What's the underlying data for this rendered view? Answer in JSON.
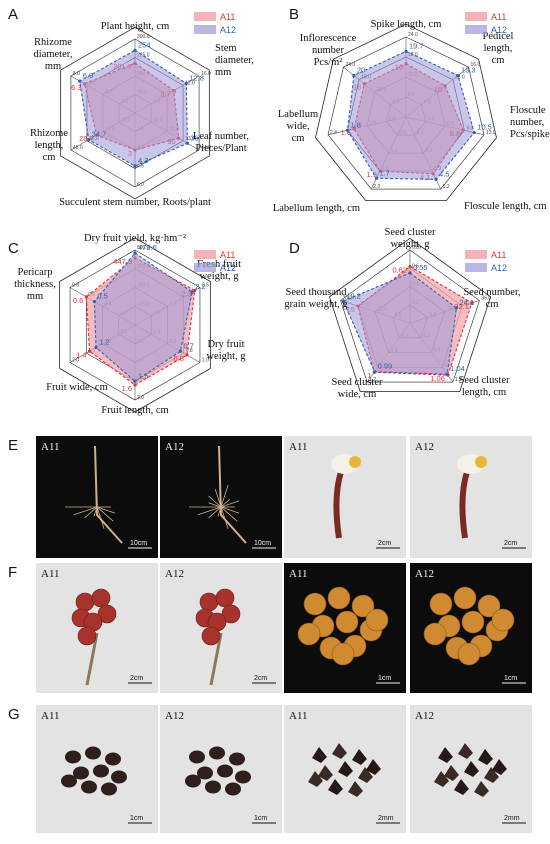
{
  "colors": {
    "a11_fill": "#f2a5ad",
    "a11_stroke": "#e0323c",
    "a12_fill": "#9c98d8",
    "a12_stroke": "#2f62b0",
    "grid": "#222"
  },
  "legend": [
    "A11",
    "A12"
  ],
  "chart_data": [
    {
      "panel": "A",
      "type": "radar",
      "axes": [
        "Plant height, cm",
        "Stem diameter, mm",
        "Leaf number, Pieces/Plant",
        "Succulent stem number, Roots/plant",
        "Rhizome length, cm",
        "Rhizome diameter, mm"
      ],
      "axis_label_lines": [
        [
          "Plant height, cm"
        ],
        [
          "Stem",
          "diameter,",
          "mm"
        ],
        [
          "Leaf number,",
          "Pieces/Plant"
        ],
        [
          "Succulent stem number, Roots/plant"
        ],
        [
          "Rhizome",
          "length,",
          "cm"
        ],
        [
          "Rhizome",
          "diameter,",
          "mm"
        ]
      ],
      "ranges": [
        [
          0,
          300
        ],
        [
          0,
          16
        ],
        [
          0,
          44
        ],
        [
          0,
          6
        ],
        [
          0,
          48
        ],
        [
          0,
          8
        ]
      ],
      "tick_labels": [
        [
          "75.0",
          "150.0",
          "225.0",
          "300.0"
        ],
        [
          "4.0",
          "8.0",
          "12.0",
          "16.0"
        ],
        [
          "11.0",
          "22.0",
          "33.0",
          "44.0"
        ],
        [
          "1.5",
          "3.0",
          "4.5",
          "6.0"
        ],
        [
          "12.0",
          "24.0",
          "36.0",
          "48.0"
        ],
        [
          "2.0",
          "4.0",
          "6.0",
          "8.0"
        ]
      ],
      "series": [
        {
          "name": "A11",
          "values": [
            201.7,
            9.7,
            30.0,
            3.0,
            28.7,
            6.3
          ]
        },
        {
          "name": "A12",
          "values": [
            254.0,
            12.8,
            36.0,
            4.3,
            34.7,
            6.9
          ]
        }
      ]
    },
    {
      "panel": "B",
      "type": "radar",
      "axes": [
        "Spike length, cm",
        "Pedicel length, cm",
        "Floscule number, Pcs/spike",
        "Floscule length, cm",
        "Labellum length, cm",
        "Labellum wide, cm",
        "Inflorescence number Pcs/m²"
      ],
      "axis_label_lines": [
        [
          "Spike length, cm"
        ],
        [
          "Pedicel",
          "length,",
          "cm"
        ],
        [
          "Floscule",
          "number,",
          "Pcs/spike"
        ],
        [
          "Floscule length, cm"
        ],
        [
          "Labellum length, cm"
        ],
        [
          "Labellum",
          "wide,",
          "cm"
        ],
        [
          "Inflorescence",
          "number",
          "Pcs/m²"
        ]
      ],
      "ranges": [
        [
          0,
          24
        ],
        [
          0,
          16
        ],
        [
          0,
          12
        ],
        [
          0,
          5.2
        ],
        [
          0,
          2
        ],
        [
          0,
          2.4
        ],
        [
          0,
          24
        ]
      ],
      "tick_labels": [
        [
          "6.0",
          "12.0",
          "18.0",
          "24.0"
        ],
        [
          "4.0",
          "8.0",
          "12.0",
          "16.0"
        ],
        [
          "3.0",
          "6.0",
          "9.0",
          "12.0"
        ],
        [
          "1.3",
          "2.6",
          "3.9",
          "5.2"
        ],
        [
          "0.5",
          "1.0",
          "1.5",
          "2.0"
        ],
        [
          "0.6",
          "1.2",
          "1.8",
          "2.4"
        ],
        [
          "6.0",
          "12.0",
          "18.0",
          "24.0"
        ]
      ],
      "series": [
        {
          "name": "A11",
          "values": [
            16.0,
            10.0,
            8.8,
            4.1,
            1.5,
            1.6,
            16.0
          ]
        },
        {
          "name": "A12",
          "values": [
            19.7,
            13.3,
            10.5,
            4.5,
            1.7,
            1.8,
            20.0
          ]
        }
      ]
    },
    {
      "panel": "C",
      "type": "radar",
      "axes": [
        "Dry fruit yield, kg·hm⁻²",
        "Fresh fruit weight, g",
        "Dry fruit weight, g",
        "Fruit length, cm",
        "Fruit wide, cm",
        "Pericarp thickness, mm"
      ],
      "axis_label_lines": [
        [
          "Dry fruit yield, kg·hm⁻²"
        ],
        [
          "Fresh fruit",
          "weight, g"
        ],
        [
          "Dry fruit",
          "weight, g"
        ],
        [
          "Fruit length, cm"
        ],
        [
          "Fruit wide, cm"
        ],
        [
          "Pericarp",
          "thickness,",
          "mm"
        ]
      ],
      "ranges": [
        [
          0,
          500
        ],
        [
          0,
          2.5
        ],
        [
          0,
          1
        ],
        [
          0,
          2
        ],
        [
          0,
          2
        ],
        [
          0,
          0.8
        ]
      ],
      "tick_labels": [
        [
          "125.0",
          "250.0",
          "375.0",
          "500.0"
        ],
        [
          "0.6",
          "1.2",
          "1.9",
          "2.5"
        ],
        [
          "0.3",
          "0.5",
          "0.8",
          "1.0"
        ],
        [
          "0.5",
          "1.0",
          "1.5",
          "2.0"
        ],
        [
          "0.5",
          "1.0",
          "1.5",
          "2.0"
        ],
        [
          "0.2",
          "0.4",
          "0.6",
          "0.8"
        ]
      ],
      "series": [
        {
          "name": "A11",
          "values": [
            447.6,
            2.3,
            0.8,
            1.6,
            1.4,
            0.6
          ]
        },
        {
          "name": "A12",
          "values": [
            479.6,
            2.2,
            0.7,
            1.5,
            1.2,
            0.5
          ]
        }
      ]
    },
    {
      "panel": "D",
      "type": "radar",
      "axes": [
        "Seed cluster weight, g",
        "Seed number, cm",
        "Seed cluster length, cm",
        "Seed cluster wide, cm",
        "Seed thousand grain weight, g"
      ],
      "axis_label_lines": [
        [
          "Seed cluster",
          "weight, g"
        ],
        [
          "Seed number,",
          "cm"
        ],
        [
          "Seed cluster",
          "length, cm"
        ],
        [
          "Seed cluster",
          "wide, cm"
        ],
        [
          "Seed thousand",
          "grain weight, g"
        ]
      ],
      "ranges": [
        [
          0,
          0.8
        ],
        [
          0,
          36
        ],
        [
          0,
          1.2
        ],
        [
          0,
          1.2
        ],
        [
          0,
          20
        ]
      ],
      "tick_labels": [
        [
          "0.2",
          "0.4",
          "0.6",
          "0.8"
        ],
        [
          "9.0",
          "18.0",
          "27.0",
          "36.0"
        ],
        [
          "0.3",
          "0.6",
          "0.9",
          "1.2"
        ],
        [
          "0.3",
          "0.6",
          "0.9",
          "1.2"
        ],
        [
          "5.0",
          "10.0",
          "15.0",
          "20.0"
        ]
      ],
      "series": [
        {
          "name": "A11",
          "values": [
            0.62,
            32.1,
            1.06,
            1.0,
            15.0
          ]
        },
        {
          "name": "A12",
          "values": [
            0.55,
            24.1,
            1.04,
            0.99,
            19.2
          ]
        }
      ]
    }
  ],
  "photo_panels": [
    {
      "label": "E",
      "tiles": [
        {
          "name": "A11",
          "scale": "10cm",
          "bg": "#0c0c0c",
          "subject": "root"
        },
        {
          "name": "A12",
          "scale": "10cm",
          "bg": "#0c0c0c",
          "subject": "root2"
        },
        {
          "name": "A11",
          "scale": "2cm",
          "bg": "#e3e3e3",
          "subject": "flower"
        },
        {
          "name": "A12",
          "scale": "2cm",
          "bg": "#e3e3e3",
          "subject": "flower"
        }
      ]
    },
    {
      "label": "F",
      "tiles": [
        {
          "name": "A11",
          "scale": "2cm",
          "bg": "#e3e3e3",
          "subject": "fruitcluster"
        },
        {
          "name": "A12",
          "scale": "2cm",
          "bg": "#e3e3e3",
          "subject": "fruitcluster"
        },
        {
          "name": "A11",
          "scale": "1cm",
          "bg": "#0c0c0c",
          "subject": "fruits"
        },
        {
          "name": "A12",
          "scale": "1cm",
          "bg": "#0c0c0c",
          "subject": "fruits"
        }
      ]
    },
    {
      "label": "G",
      "tiles": [
        {
          "name": "A11",
          "scale": "1cm",
          "bg": "#e3e3e3",
          "subject": "seedsbig"
        },
        {
          "name": "A12",
          "scale": "1cm",
          "bg": "#e3e3e3",
          "subject": "seedsbig"
        },
        {
          "name": "A11",
          "scale": "2mm",
          "bg": "#e3e3e3",
          "subject": "seedssmall"
        },
        {
          "name": "A12",
          "scale": "2mm",
          "bg": "#e3e3e3",
          "subject": "seedssmall"
        }
      ]
    }
  ]
}
